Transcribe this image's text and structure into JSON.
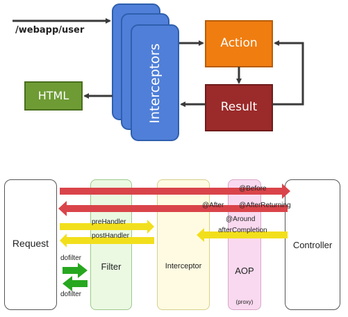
{
  "top": {
    "url_label": "/webapp/user",
    "interceptors_label": "Interceptors",
    "action_label": "Action",
    "result_label": "Result",
    "html_label": "HTML"
  },
  "bottom": {
    "request_label": "Request",
    "filter_label": "Filter",
    "interceptor_label": "Interceptor",
    "aop_label": "AOP",
    "aop_proxy_label": "(proxy)",
    "controller_label": "Controller",
    "before_label": "@Before",
    "after_label": "@After",
    "after_returning_label": "@AfterReturning",
    "around_label": "@Around",
    "after_completion_label": "afterCompletion",
    "pre_handler_label": "preHandler",
    "post_handler_label": "postHandler",
    "dofilter_top_label": "dofilter",
    "dofilter_bottom_label": "dofilter"
  },
  "colors": {
    "interceptor_blue": "#4f7fd8",
    "action_orange": "#f07d10",
    "result_red": "#9b2a2a",
    "html_green": "#6e9b34",
    "arrow_red": "#d9444a",
    "arrow_yellow": "#f2df1c",
    "arrow_green": "#27a71f",
    "filter_bg": "#ebf9e3",
    "interceptor_bg": "#fefbe2",
    "aop_bg": "#f9d9ef"
  }
}
